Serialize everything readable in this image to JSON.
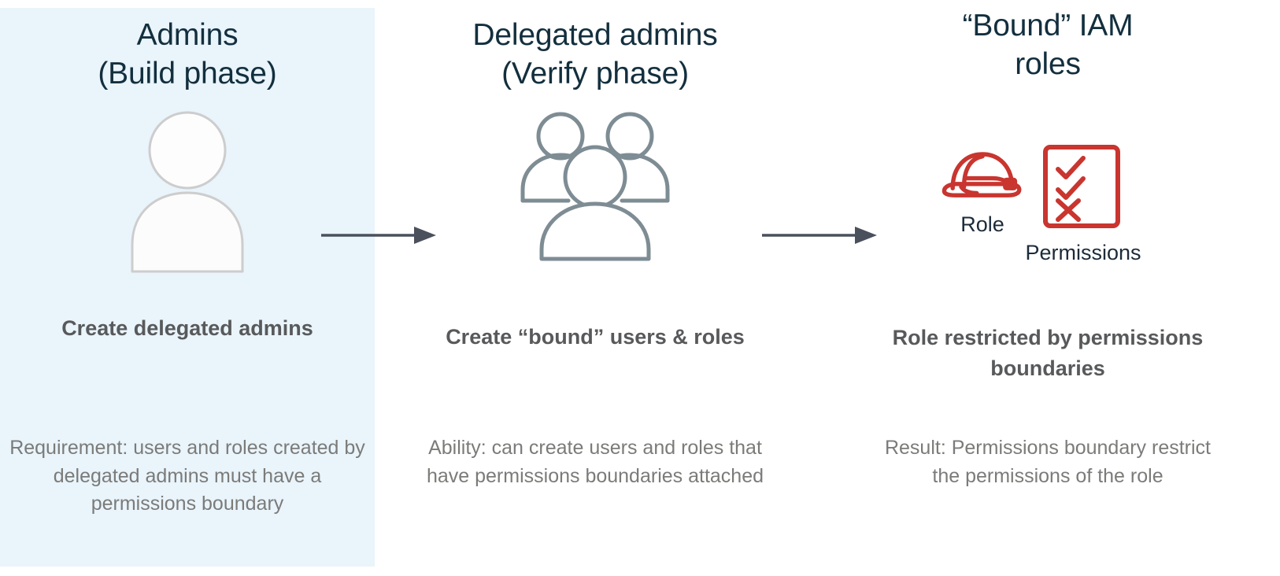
{
  "palette": {
    "panel_highlight": "#e9f4fb",
    "heading_navy": "#132f3e",
    "bold_grey": "#58595b",
    "body_grey": "#7b7b79",
    "icon_grey": "#7e8c94",
    "accent_red": "#c9352f",
    "arrow_grey": "#4a505c",
    "person_outline": "#cfcfcf"
  },
  "columns": [
    {
      "id": "build-phase",
      "heading": "Admins\n(Build phase)",
      "icon": "single-person-icon",
      "bold_line": "Create delegated admins",
      "description": "Requirement: users and roles created by delegated admins must have a permissions boundary",
      "highlighted": true
    },
    {
      "id": "verify-phase",
      "heading": "Delegated admins\n(Verify phase)",
      "icon": "group-of-people-icon",
      "bold_line": "Create “bound” users & roles",
      "description": "Ability: can create users and roles that have permissions boundaries attached",
      "highlighted": false
    },
    {
      "id": "bound-iam-roles",
      "heading": "“Bound” IAM\nroles",
      "icon": "role-and-permissions-icon",
      "bold_line": "Role restricted by permissions boundaries",
      "description": "Result: Permissions boundary restrict the permissions of the role",
      "highlighted": false
    }
  ],
  "role_cluster": {
    "role_label": "Role",
    "permissions_label": "Permissions",
    "role_icon": "hard-hat-icon",
    "permissions_icon": "checklist-icon",
    "checklist_marks": [
      "check",
      "check",
      "cross"
    ]
  },
  "arrows": [
    {
      "id": "arrow-build-to-verify",
      "icon": "right-arrow-icon"
    },
    {
      "id": "arrow-verify-to-roles",
      "icon": "right-arrow-icon"
    }
  ]
}
